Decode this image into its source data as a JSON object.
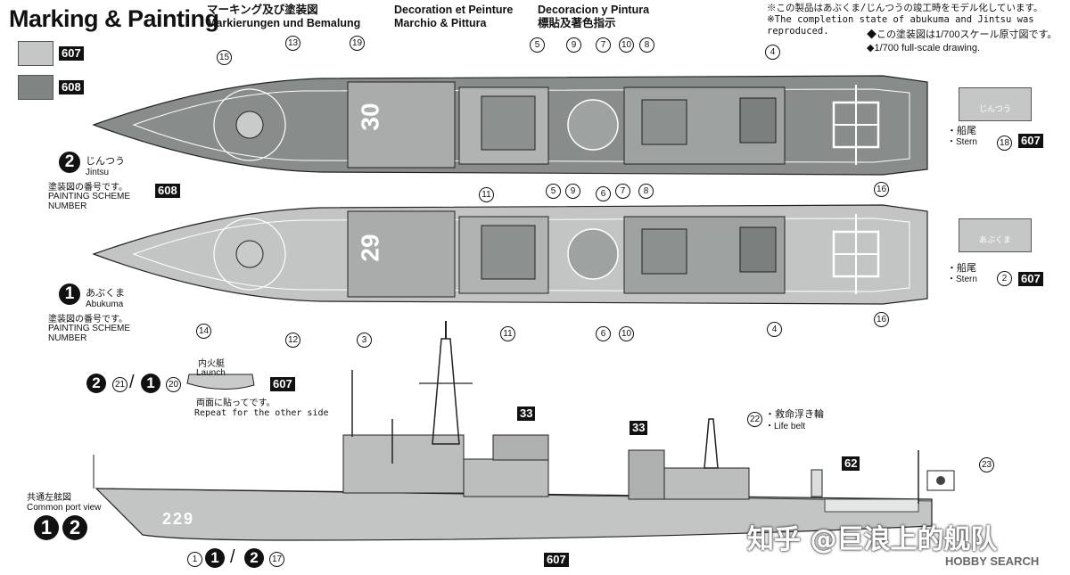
{
  "header": {
    "title": "Marking & Painting",
    "col1": [
      "マーキング及び塗装図",
      "Markierungen und Bemalung"
    ],
    "col2": [
      "Decoration et Peinture",
      "Marchio & Pittura"
    ],
    "col3": [
      "Decoracion y Pintura",
      "標貼及著色指示"
    ],
    "notes": [
      "※この製品はあぶくま/じんつうの竣工時をモデル化しています。",
      "※The completion state of abukuma and Jintsu was reproduced."
    ],
    "scale_notes": [
      "◆この塗装図は1/700スケール原寸図です。",
      "◆1/700 full-scale drawing."
    ]
  },
  "legend": [
    {
      "code": "607",
      "color": "#c5c7c6"
    },
    {
      "code": "608",
      "color": "#808483"
    }
  ],
  "jintsu": {
    "num": "2",
    "name_jp": "じんつう",
    "name_en": "Jintsu",
    "scheme_jp": "塗装図の番号です。",
    "scheme_en": [
      "PAINTING SCHEME",
      "NUMBER"
    ],
    "hull_number": "30",
    "deck_code": "608",
    "stern_jp": "・船尾",
    "stern_en": "・Stern",
    "stern_plate": "じんつう",
    "stern_ref": "18",
    "stern_code": "607"
  },
  "abukuma": {
    "num": "1",
    "name_jp": "あぶくま",
    "name_en": "Abukuma",
    "scheme_jp": "塗装図の番号です。",
    "scheme_en": [
      "PAINTING SCHEME",
      "NUMBER"
    ],
    "hull_number": "29",
    "stern_jp": "・船尾",
    "stern_en": "・Stern",
    "stern_plate": "あぶくま",
    "stern_ref": "2",
    "stern_code": "607"
  },
  "top_callouts": [
    "15",
    "13",
    "19",
    "5",
    "9",
    "7",
    "10",
    "8",
    "4",
    "11",
    "16",
    "5",
    "9",
    "7",
    "8",
    "6"
  ],
  "bottom_callouts": [
    "14",
    "12",
    "3",
    "11",
    "6",
    "10",
    "4",
    "16"
  ],
  "launch": {
    "jp": "内火艇",
    "en": "Launch",
    "code": "607",
    "ref_a": "21",
    "ref_b": "20",
    "ship_a": "2",
    "ship_b": "1",
    "sep": "/",
    "repeat_jp": "両面に貼ってです。",
    "repeat_en": "Repeat for the other side"
  },
  "side_view": {
    "label_jp": "共通左舷図",
    "label_en": "Common port view",
    "hull_number": "229",
    "hull_code": "607",
    "funnel_code_1": "33",
    "funnel_code_2": "33",
    "lifebelt_ref": "22",
    "lifebelt_jp": "・救命浮き輪",
    "lifebelt_en": "・Life belt",
    "ref_62": "62",
    "flag_ref": "23",
    "bottom_ref_1": "1",
    "bottom_ref_17": "17",
    "sep": "/"
  },
  "watermark": "知乎 @巨浪上的舰队",
  "hobbysearch": "HOBBY SEARCH"
}
